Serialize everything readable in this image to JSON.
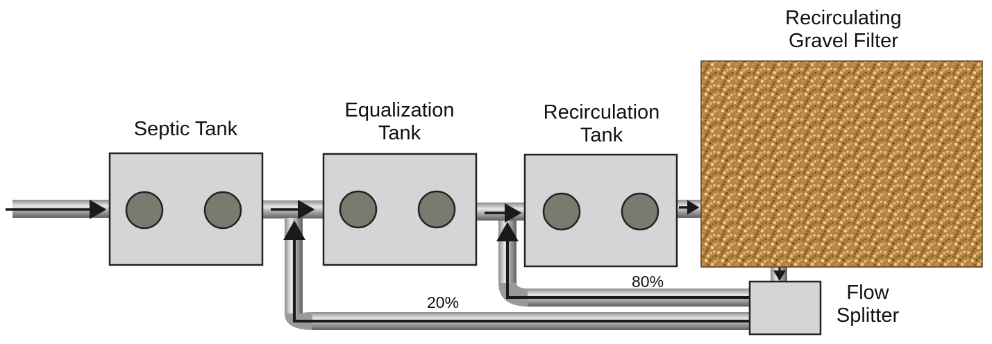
{
  "title": "Recirculating Gravel Filter System Flow Diagram",
  "components": {
    "septic_tank": {
      "label": "Septic Tank"
    },
    "equalization_tank": {
      "label_line1": "Equalization",
      "label_line2": "Tank"
    },
    "recirculation_tank": {
      "label_line1": "Recirculation",
      "label_line2": "Tank"
    },
    "gravel_filter": {
      "label_line1": "Recirculating",
      "label_line2": "Gravel Filter"
    },
    "flow_splitter": {
      "label_line1": "Flow",
      "label_line2": "Splitter"
    }
  },
  "flows": {
    "to_equalization": {
      "label": "20%"
    },
    "to_recirculation": {
      "label": "80%"
    }
  },
  "colors": {
    "tank_fill": "#d4d5d7",
    "tank_stroke": "#222222",
    "port_fill": "#7a7a6e",
    "arrow": "#1a1a1a",
    "gravel_base": "#b98a4a"
  }
}
